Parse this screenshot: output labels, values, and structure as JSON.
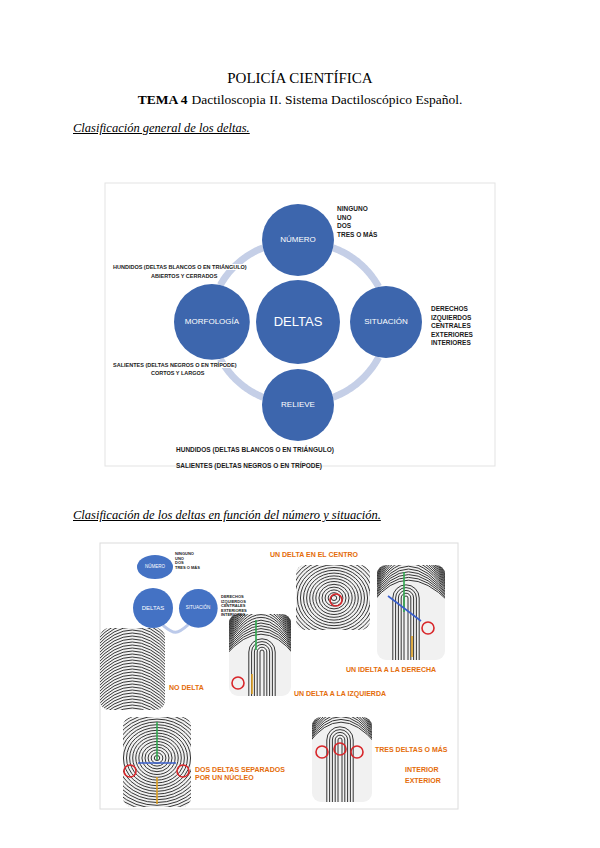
{
  "diagram": {
    "title": "POLICÍA CIENTÍFICA",
    "nodes": [
      {
        "text": [
          "NÚMERO"
        ]
      },
      {
        "text": [
          "MORFOLOGÍA"
        ]
      },
      {
        "text": [
          "DELTAS"
        ]
      },
      {
        "text": [
          "SITUACIÓN"
        ]
      },
      {
        "text": [
          "RELIEVE"
        ]
      },
      {
        "text": [
          "NÚMERO"
        ]
      },
      {
        "text": [
          "DELTAS"
        ]
      },
      {
        "text": [
          "SITUACIÓN"
        ]
      }
    ],
    "edges": [
      {
        "from": 0,
        "to": 3,
        "arrow": "none"
      },
      {
        "from": 3,
        "to": 4,
        "arrow": "none"
      },
      {
        "from": 4,
        "to": 1,
        "arrow": "none"
      },
      {
        "from": 1,
        "to": 0,
        "arrow": "none"
      },
      {
        "from": 6,
        "to": 7,
        "arrow": "none"
      }
    ],
    "labels": [
      "TEMA 4",
      "Dactiloscopia II. Sistema Dactiloscópico Español.",
      "Clasificación general de los deltas.",
      "NINGUNO",
      "UNO",
      "DOS",
      "TRES O MÁS",
      "HUNDIDOS (DELTAS BLANCOS O EN TRIÁNGULO)",
      "ABIERTOS Y CERRADOS",
      "DERECHOS",
      "IZQUIERDOS",
      "CENTRALES",
      "EXTERIORES",
      "INTERIORES",
      "SALIENTES (DELTAS NEGROS O EN TRÍPODE)",
      "CORTOS Y LARGOS",
      "HUNDIDOS (DELTAS BLANCOS O EN TRIÁNGULO)",
      "SALIENTES (DELTAS NEGROS O EN TRÍPODE)",
      "Clasificación de los deltas en función del número y situación.",
      "NINGUNO",
      "UNO",
      "DOS",
      "TRES O MÁS",
      "DERECHOS",
      "IZQUIERDOS",
      "CENTRALES",
      "EXTERIORES",
      "INTERIORES",
      "UN DELTA EN EL CENTRO",
      "UN IDELTA A LA DERECHA",
      "NO DELTA",
      "UN DELTA A LA IZQUIERDA",
      "DOS DELTAS SEPARADOS POR UN NÚCLEO",
      "TRES DELTAS O MÁS",
      "INTERIOR",
      "EXTERIOR"
    ]
  }
}
